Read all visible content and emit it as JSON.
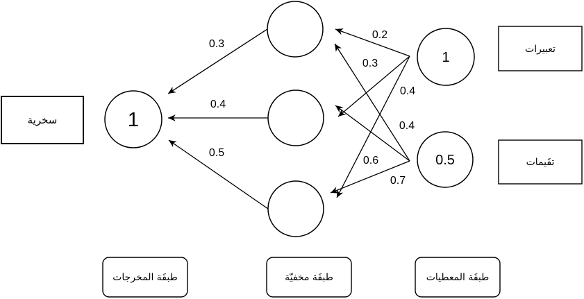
{
  "network": {
    "output_box_label": "سخرية",
    "output_node_value": "1",
    "input_node_1_value": "1",
    "input_node_2_value": "0.5",
    "input_box_1_label": "تعبيرات",
    "input_box_2_label": "تقَيمات",
    "layer_labels": {
      "output": "طبقَة المخرجات",
      "hidden": "طبقَة مخفيّة",
      "input": "طبقَة المعطيات"
    },
    "weights_hidden_to_output": [
      "0.3",
      "0.4",
      "0.5"
    ],
    "weights_input_to_hidden": [
      "0.2",
      "0.3",
      "0.4",
      "0.4",
      "0.6",
      "0.7"
    ]
  }
}
